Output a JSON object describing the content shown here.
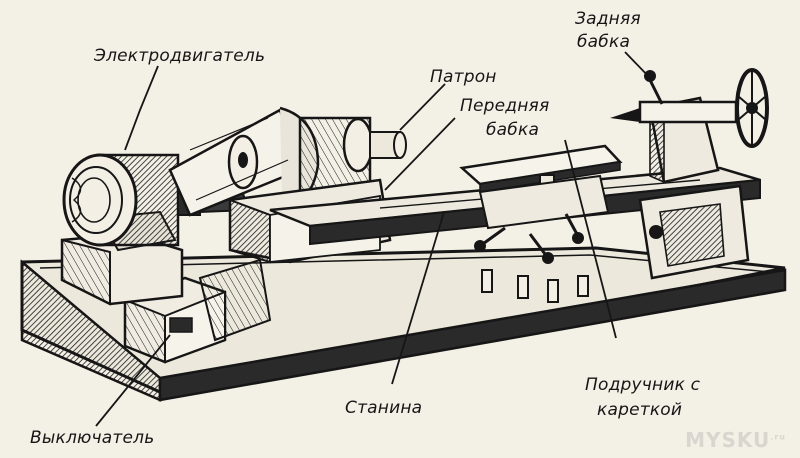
{
  "labels": {
    "motor": "Электродвигатель",
    "tailstock_line1": "Задняя",
    "tailstock_line2": "бабка",
    "chuck": "Патрон",
    "headstock_line1": "Передняя",
    "headstock_line2": "бабка",
    "toolrest_line1": "Подручник с",
    "toolrest_line2": "кареткой",
    "bed": "Станина",
    "switch": "Выключатель"
  },
  "watermark": {
    "text": "MYSKU",
    "suffix": ".ru"
  },
  "colors": {
    "ink": "#161616",
    "paper": "#f3f0e6",
    "shade": "#6b6b6b"
  }
}
